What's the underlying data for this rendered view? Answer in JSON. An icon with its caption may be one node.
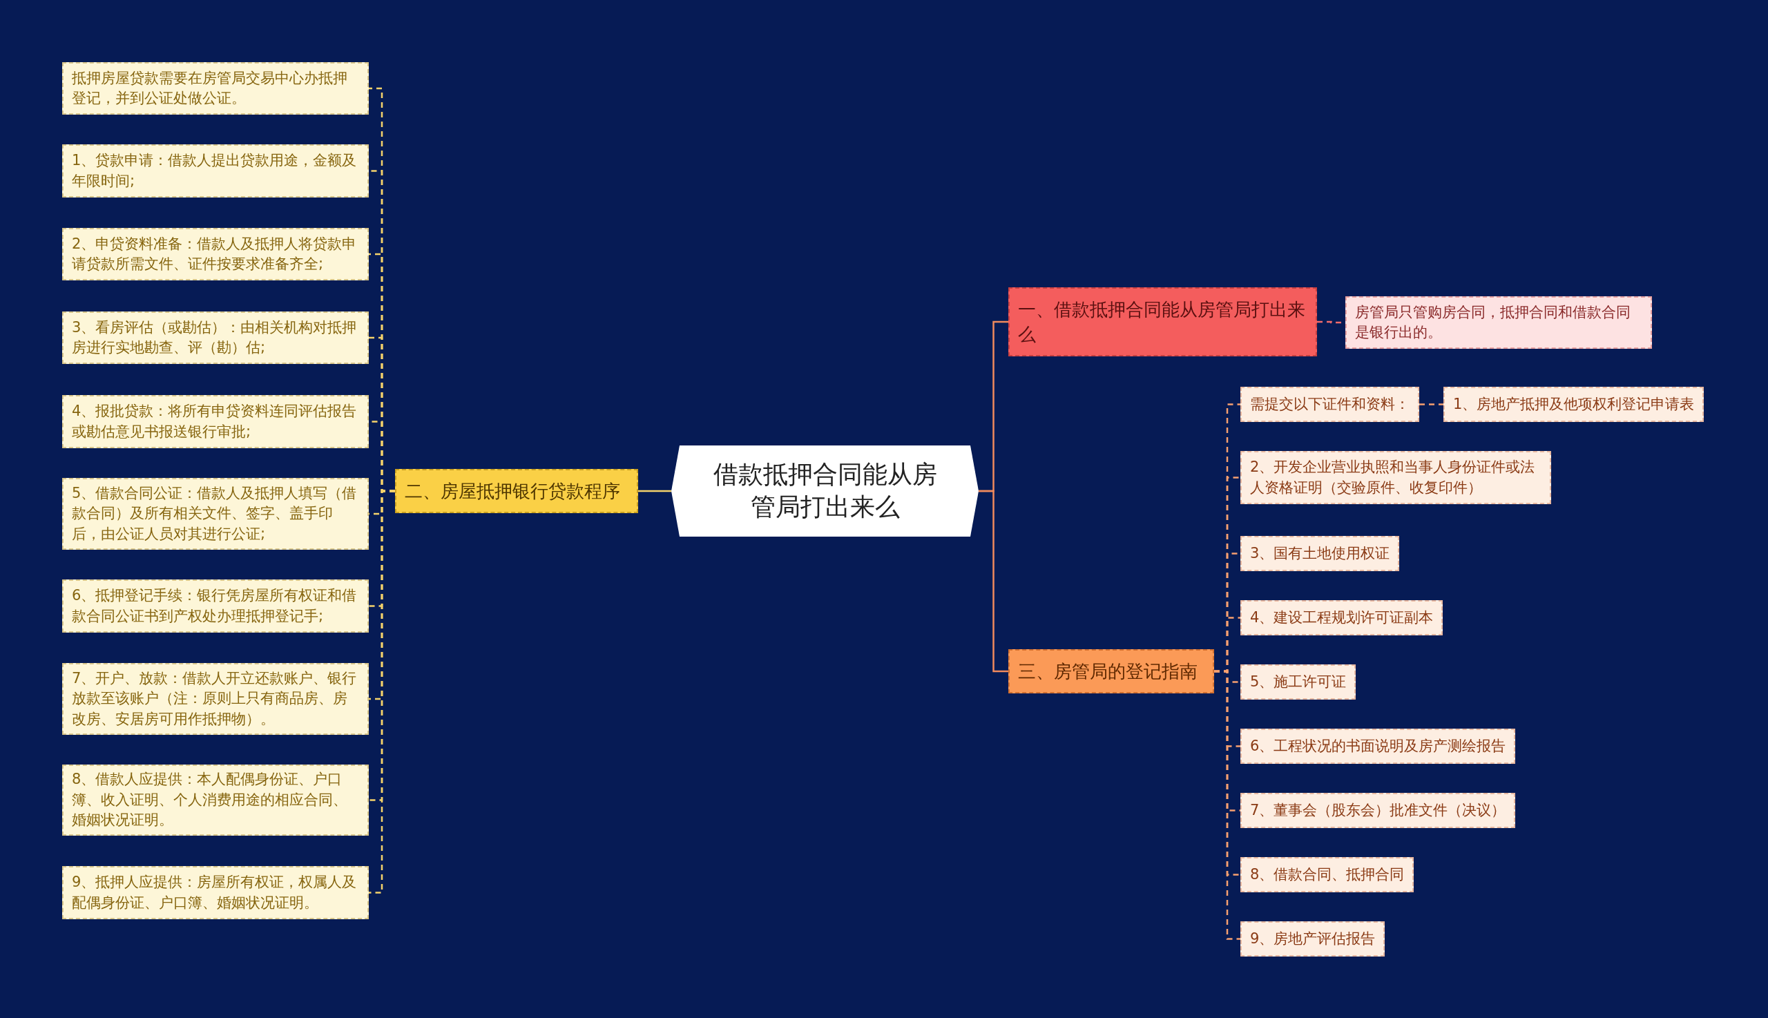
{
  "diagram": {
    "nodes": [
      {
        "text": [
          "借款抵押合同能从房管局打出来么"
        ]
      },
      {
        "text": [
          "一、借款抵押合同能从房管局打出来么"
        ]
      },
      {
        "text": [
          "房管局只管购房合同，抵押合同和借款合同是银行出的。"
        ]
      },
      {
        "text": [
          "二、房屋抵押银行贷款程序"
        ]
      },
      {
        "text": [
          "抵押房屋贷款需要在房管局交易中心办抵押登记，并到公证处做公证。"
        ]
      },
      {
        "text": [
          "1、贷款申请：借款人提出贷款用途，金额及年限时间;"
        ]
      },
      {
        "text": [
          "2、申贷资料准备：借款人及抵押人将贷款申请贷款所需文件、证件按要求准备齐全;"
        ]
      },
      {
        "text": [
          "3、看房评估（或勘估）：由相关机构对抵押房进行实地勘查、评（勘）估;"
        ]
      },
      {
        "text": [
          "4、报批贷款：将所有申贷资料连同评估报告或勘估意见书报送银行审批;"
        ]
      },
      {
        "text": [
          "5、借款合同公证：借款人及抵押人填写（借款合同）及所有相关文件、签字、盖手印后，由公证人员对其进行公证;"
        ]
      },
      {
        "text": [
          "6、抵押登记手续：银行凭房屋所有权证和借款合同公证书到产权处办理抵押登记手;"
        ]
      },
      {
        "text": [
          "7、开户、放款：借款人开立还款账户、银行放款至该账户（注：原则上只有商品房、房改房、安居房可用作抵押物）。"
        ]
      },
      {
        "text": [
          "8、借款人应提供：本人配偶身份证、户口簿、收入证明、个人消费用途的相应合同、婚姻状况证明。"
        ]
      },
      {
        "text": [
          "9、抵押人应提供：房屋所有权证，权属人及配偶身份证、户口簿、婚姻状况证明。"
        ]
      },
      {
        "text": [
          "三、房管局的登记指南"
        ]
      },
      {
        "text": [
          "需提交以下证件和资料："
        ]
      },
      {
        "text": [
          "1、房地产抵押及他项权利登记申请表"
        ]
      },
      {
        "text": [
          "2、开发企业营业执照和当事人身份证件或法人资格证明（交验原件、收复印件）"
        ]
      },
      {
        "text": [
          "3、国有土地使用权证"
        ]
      },
      {
        "text": [
          "4、建设工程规划许可证副本"
        ]
      },
      {
        "text": [
          "5、施工许可证"
        ]
      },
      {
        "text": [
          "6、工程状况的书面说明及房产测绘报告"
        ]
      },
      {
        "text": [
          "7、董事会（股东会）批准文件（决议）"
        ]
      },
      {
        "text": [
          "8、借款合同、抵押合同"
        ]
      },
      {
        "text": [
          "9、房地产评估报告"
        ]
      }
    ],
    "edges": [
      {
        "from": 0,
        "to": 1,
        "arrow": "none",
        "color": "#f08a5d"
      },
      {
        "from": 1,
        "to": 2,
        "arrow": "none",
        "style": "dashed",
        "color": "#f26b6b"
      },
      {
        "from": 0,
        "to": 3,
        "arrow": "none",
        "color": "#f5d36b"
      },
      {
        "from": 3,
        "to": 4,
        "arrow": "none",
        "style": "dashed",
        "color": "#f5d36b"
      },
      {
        "from": 3,
        "to": 5,
        "arrow": "none",
        "style": "dashed",
        "color": "#f5d36b"
      },
      {
        "from": 3,
        "to": 6,
        "arrow": "none",
        "style": "dashed",
        "color": "#f5d36b"
      },
      {
        "from": 3,
        "to": 7,
        "arrow": "none",
        "style": "dashed",
        "color": "#f5d36b"
      },
      {
        "from": 3,
        "to": 8,
        "arrow": "none",
        "style": "dashed",
        "color": "#f5d36b"
      },
      {
        "from": 3,
        "to": 9,
        "arrow": "none",
        "style": "dashed",
        "color": "#f5d36b"
      },
      {
        "from": 3,
        "to": 10,
        "arrow": "none",
        "style": "dashed",
        "color": "#f5d36b"
      },
      {
        "from": 3,
        "to": 11,
        "arrow": "none",
        "style": "dashed",
        "color": "#f5d36b"
      },
      {
        "from": 3,
        "to": 12,
        "arrow": "none",
        "style": "dashed",
        "color": "#f5d36b"
      },
      {
        "from": 3,
        "to": 13,
        "arrow": "none",
        "style": "dashed",
        "color": "#f5d36b"
      },
      {
        "from": 0,
        "to": 14,
        "arrow": "none",
        "color": "#f08a5d"
      },
      {
        "from": 14,
        "to": 15,
        "arrow": "none",
        "style": "dashed",
        "color": "#f7a070"
      },
      {
        "from": 15,
        "to": 16,
        "arrow": "none",
        "style": "dashed",
        "color": "#f7a070"
      },
      {
        "from": 14,
        "to": 17,
        "arrow": "none",
        "style": "dashed",
        "color": "#f7a070"
      },
      {
        "from": 14,
        "to": 18,
        "arrow": "none",
        "style": "dashed",
        "color": "#f7a070"
      },
      {
        "from": 14,
        "to": 19,
        "arrow": "none",
        "style": "dashed",
        "color": "#f7a070"
      },
      {
        "from": 14,
        "to": 20,
        "arrow": "none",
        "style": "dashed",
        "color": "#f7a070"
      },
      {
        "from": 14,
        "to": 21,
        "arrow": "none",
        "style": "dashed",
        "color": "#f7a070"
      },
      {
        "from": 14,
        "to": 22,
        "arrow": "none",
        "style": "dashed",
        "color": "#f7a070"
      },
      {
        "from": 14,
        "to": 23,
        "arrow": "none",
        "style": "dashed",
        "color": "#f7a070"
      },
      {
        "from": 14,
        "to": 24,
        "arrow": "none",
        "style": "dashed",
        "color": "#f7a070"
      }
    ]
  }
}
